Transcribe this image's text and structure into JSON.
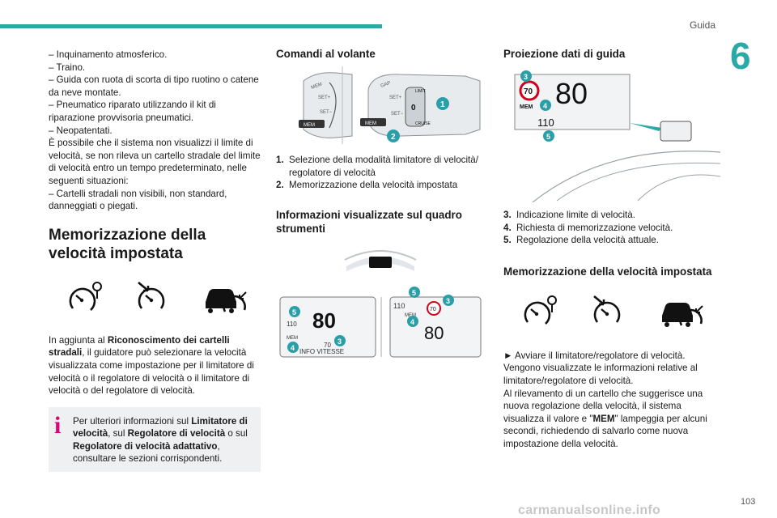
{
  "header": {
    "section": "Guida",
    "chapter": "6"
  },
  "col1": {
    "lines": [
      "–  Inquinamento atmosferico.",
      "–  Traino.",
      "–  Guida con ruota di scorta di tipo ruotino o catene da neve montate.",
      "–  Pneumatico riparato utilizzando il kit di riparazione provvisoria pneumatici.",
      "–  Neopatentati.",
      "È possibile che il sistema non visualizzi il limite di velocità, se non rileva un cartello stradale del limite di velocità entro un tempo predeterminato, nelle seguenti situazioni:",
      "–  Cartelli stradali non visibili, non standard, danneggiati o piegati."
    ],
    "heading": "Memorizzazione della velocità impostata",
    "para": {
      "pre": "In aggiunta al ",
      "bold": "Riconoscimento dei cartelli stradali",
      "post": ", il guidatore può selezionare la velocità visualizzata come impostazione per il limitatore di velocità o il regolatore di velocità o il limitatore di velocità o del regolatore di velocità."
    },
    "info": {
      "t1": "Per ulteriori informazioni sul ",
      "b1": "Limitatore di velocità",
      "t2": ", sul ",
      "b2": "Regolatore di velocità",
      "t3": " o sul ",
      "b3": "Regolatore di velocità adattativo",
      "t4": ", consultare le sezioni corrispondenti."
    }
  },
  "col2": {
    "heading1": "Comandi al volante",
    "items": [
      {
        "num": "1.",
        "text": "Selezione della modalità limitatore di velocità/ regolatore di velocità"
      },
      {
        "num": "2.",
        "text": "Memorizzazione della velocità impostata"
      }
    ],
    "heading2": "Informazioni visualizzate sul quadro strumenti",
    "stalk": {
      "gap": "GAP",
      "mem": "MEM",
      "set_plus": "SET+",
      "set_minus": "SET−",
      "limit": "LIMIT",
      "cruise": "CRUISE",
      "o": "0"
    },
    "cluster_left": {
      "speed": "80",
      "small": "110",
      "mem": "MEM",
      "limit": "70",
      "info": "INFO VITESSE"
    },
    "cluster_right": {
      "speed": "80",
      "small": "110",
      "mem": "MEM",
      "limit": "70"
    },
    "callouts": [
      "1",
      "2",
      "3",
      "4",
      "5"
    ]
  },
  "col3": {
    "heading1": "Proiezione dati di guida",
    "hud": {
      "speed": "80",
      "sign": "70",
      "mem": "MEM",
      "set": "110"
    },
    "items": [
      {
        "num": "3.",
        "text": "Indicazione limite di velocità."
      },
      {
        "num": "4.",
        "text": "Richiesta di memorizzazione velocità."
      },
      {
        "num": "5.",
        "text": "Regolazione della velocità attuale."
      }
    ],
    "heading2": "Memorizzazione della velocità impostata",
    "para": {
      "l1": "► Avviare il limitatore/regolatore di velocità.",
      "l2": "Vengono visualizzate le informazioni relative al limitatore/regolatore di velocità.",
      "l3a": "Al rilevamento di un cartello che suggerisce una nuova regolazione della velocità, il sistema visualizza il valore e \"",
      "l3b": "MEM",
      "l3c": "\" lampeggia per alcuni secondi, richiedendo di salvarlo come nuova impostazione della velocità."
    }
  },
  "footer": {
    "page": "103",
    "watermark": "carmanualsonline.info"
  },
  "colors": {
    "accent": "#2aa9a6",
    "callout": "#2a9fa8",
    "info_icon": "#e2007a",
    "red_sign": "#d0021b"
  },
  "icons": [
    "speedometer-pin-icon",
    "speedometer-arrow-icon",
    "car-speedometer-icon",
    "info-icon"
  ]
}
